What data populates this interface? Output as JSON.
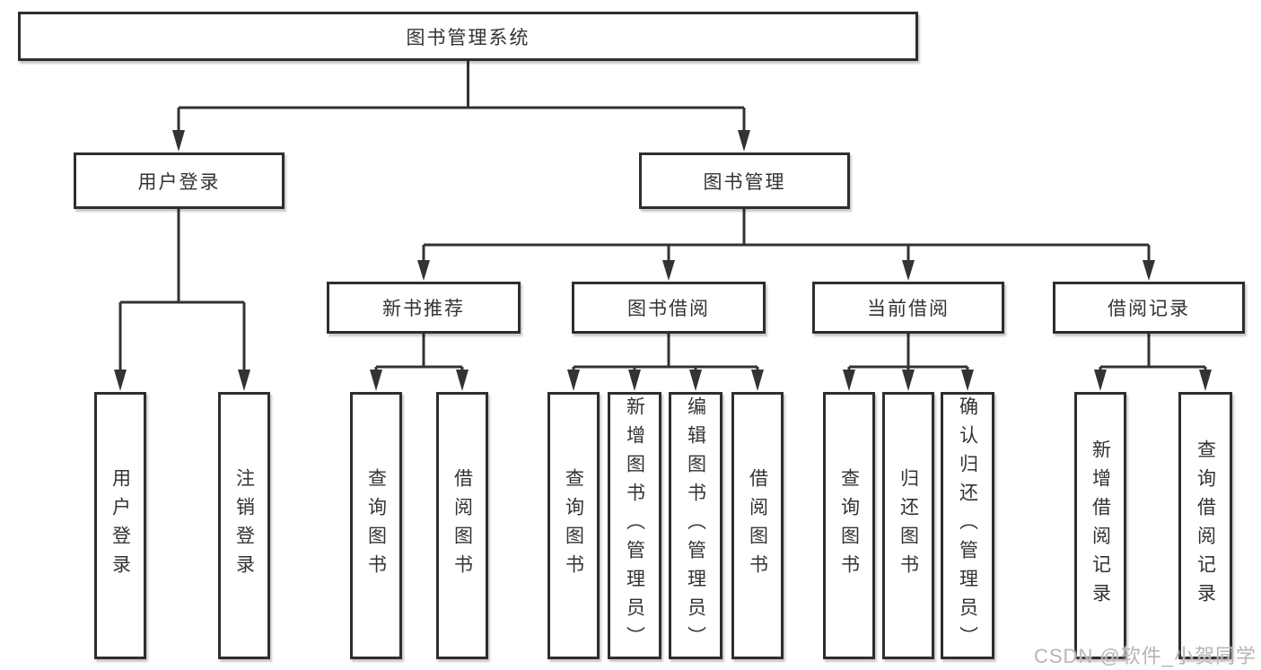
{
  "diagram": {
    "root": {
      "label": "图书管理系统"
    },
    "level1": [
      {
        "label": "用户登录"
      },
      {
        "label": "图书管理"
      }
    ],
    "level2": [
      {
        "label": "新书推荐"
      },
      {
        "label": "图书借阅"
      },
      {
        "label": "当前借阅"
      },
      {
        "label": "借阅记录"
      }
    ],
    "leaves": [
      {
        "label": "用户登录"
      },
      {
        "label": "注销登录"
      },
      {
        "label": "查询图书"
      },
      {
        "label": "借阅图书"
      },
      {
        "label": "查询图书"
      },
      {
        "label": "新增图书（管理员）"
      },
      {
        "label": "编辑图书（管理员）"
      },
      {
        "label": "借阅图书"
      },
      {
        "label": "查询图书"
      },
      {
        "label": "归还图书"
      },
      {
        "label": "确认归还（管理员）"
      },
      {
        "label": "新增借阅记录"
      },
      {
        "label": "查询借阅记录"
      }
    ]
  },
  "watermark": {
    "text": "CSDN @软件_小贺同学"
  },
  "colors": {
    "line": "#333333",
    "border": "#2e2e2e",
    "text": "#333333",
    "background": "#ffffff",
    "watermark": "#b5b5b5"
  }
}
